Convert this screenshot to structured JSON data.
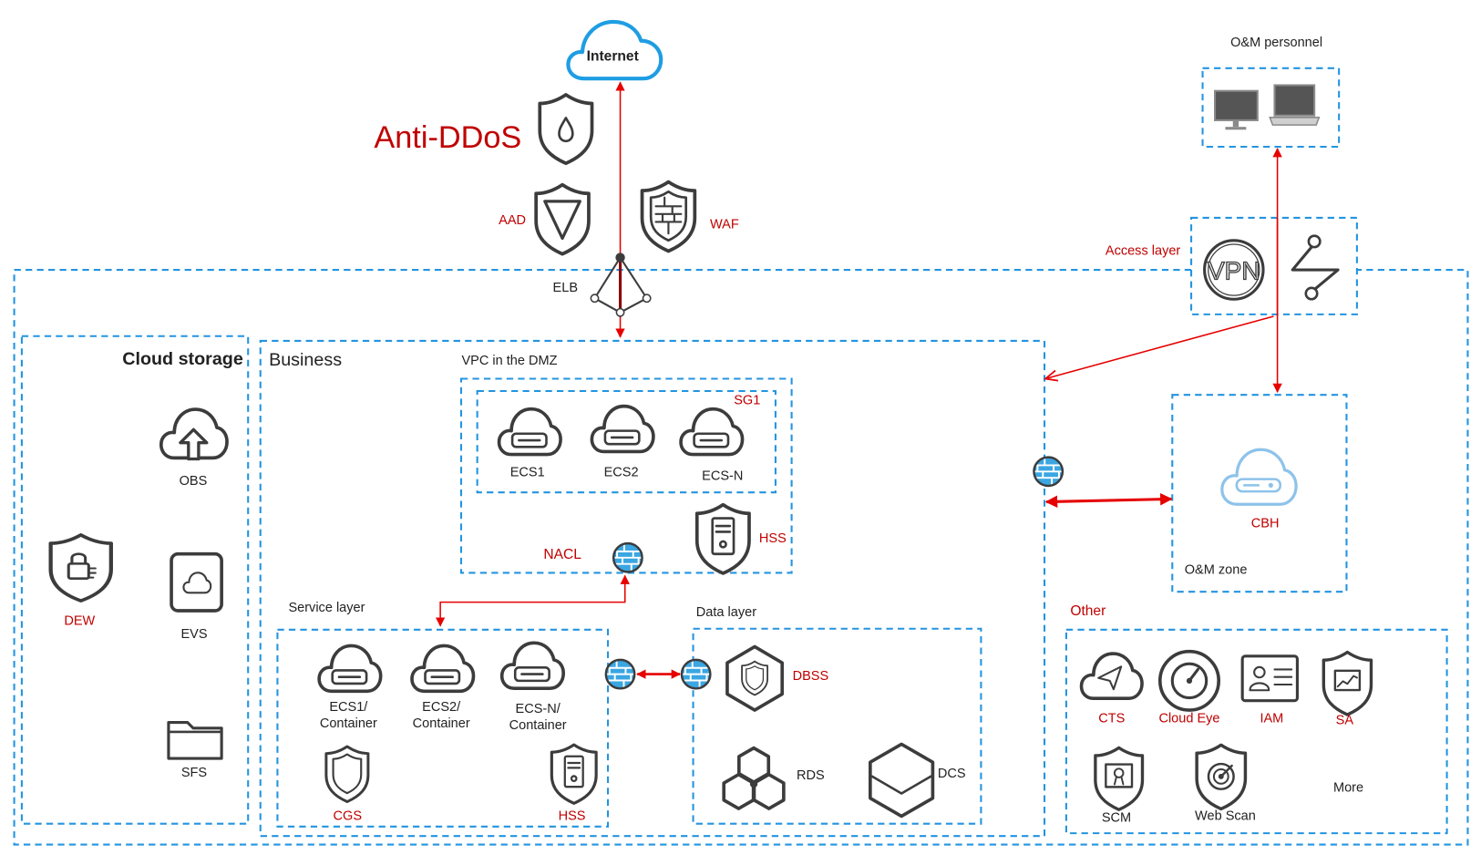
{
  "colors": {
    "label_red": "#c00000",
    "link_red": "#e60000",
    "dashed_border_blue": "#2394e0",
    "internet_cloud_blue": "#1e9de3",
    "cbh_icon_blue": "#8ec3ea",
    "firewall_blue": "#3aa6e2",
    "icon_gray": "#3c3c3c"
  },
  "internet": {
    "label": "Internet",
    "icon": "internet-cloud-icon"
  },
  "anti_ddos": {
    "title": "Anti-DDoS",
    "icon": "anti-ddos-shield-icon",
    "aad": "AAD",
    "waf": "WAF"
  },
  "elb": {
    "label": "ELB",
    "icon": "elb-icon"
  },
  "om_personnel": {
    "label": "O&M personnel",
    "devices": [
      "monitor-icon",
      "laptop-icon"
    ]
  },
  "access_layer": {
    "label": "Access layer",
    "vpn": "VPN",
    "icons": [
      "vpn-icon",
      "direct-connect-icon"
    ]
  },
  "cloud_storage": {
    "title": "Cloud storage",
    "obs": "OBS",
    "evs": "EVS",
    "sfs": "SFS",
    "dew": "DEW"
  },
  "business": {
    "title": "Business",
    "vpc": {
      "label": "VPC in the DMZ",
      "sg": "SG1",
      "ecs": [
        "ECS1",
        "ECS2",
        "ECS-N"
      ],
      "hss": "HSS",
      "nacl": "NACL"
    },
    "service_layer": {
      "label": "Service layer",
      "ecs": [
        {
          "line1": "ECS1/",
          "line2": "Container"
        },
        {
          "line1": "ECS2/",
          "line2": "Container"
        },
        {
          "line1": "ECS-N/",
          "line2": "Container"
        }
      ],
      "cgs": "CGS",
      "hss": "HSS"
    },
    "data_layer": {
      "label": "Data layer",
      "dbss": "DBSS",
      "rds": "RDS",
      "dcs": "DCS"
    }
  },
  "om_zone": {
    "label": "O&M zone",
    "cbh": "CBH"
  },
  "other": {
    "label": "Other",
    "items": [
      {
        "label": "CTS",
        "icon": "cts-icon"
      },
      {
        "label": "Cloud Eye",
        "icon": "cloud-eye-icon"
      },
      {
        "label": "IAM",
        "icon": "iam-icon"
      },
      {
        "label": "SA",
        "icon": "sa-icon"
      },
      {
        "label": "SCM",
        "icon": "scm-icon"
      },
      {
        "label": "Web Scan",
        "icon": "web-scan-icon"
      }
    ],
    "more": "More"
  }
}
